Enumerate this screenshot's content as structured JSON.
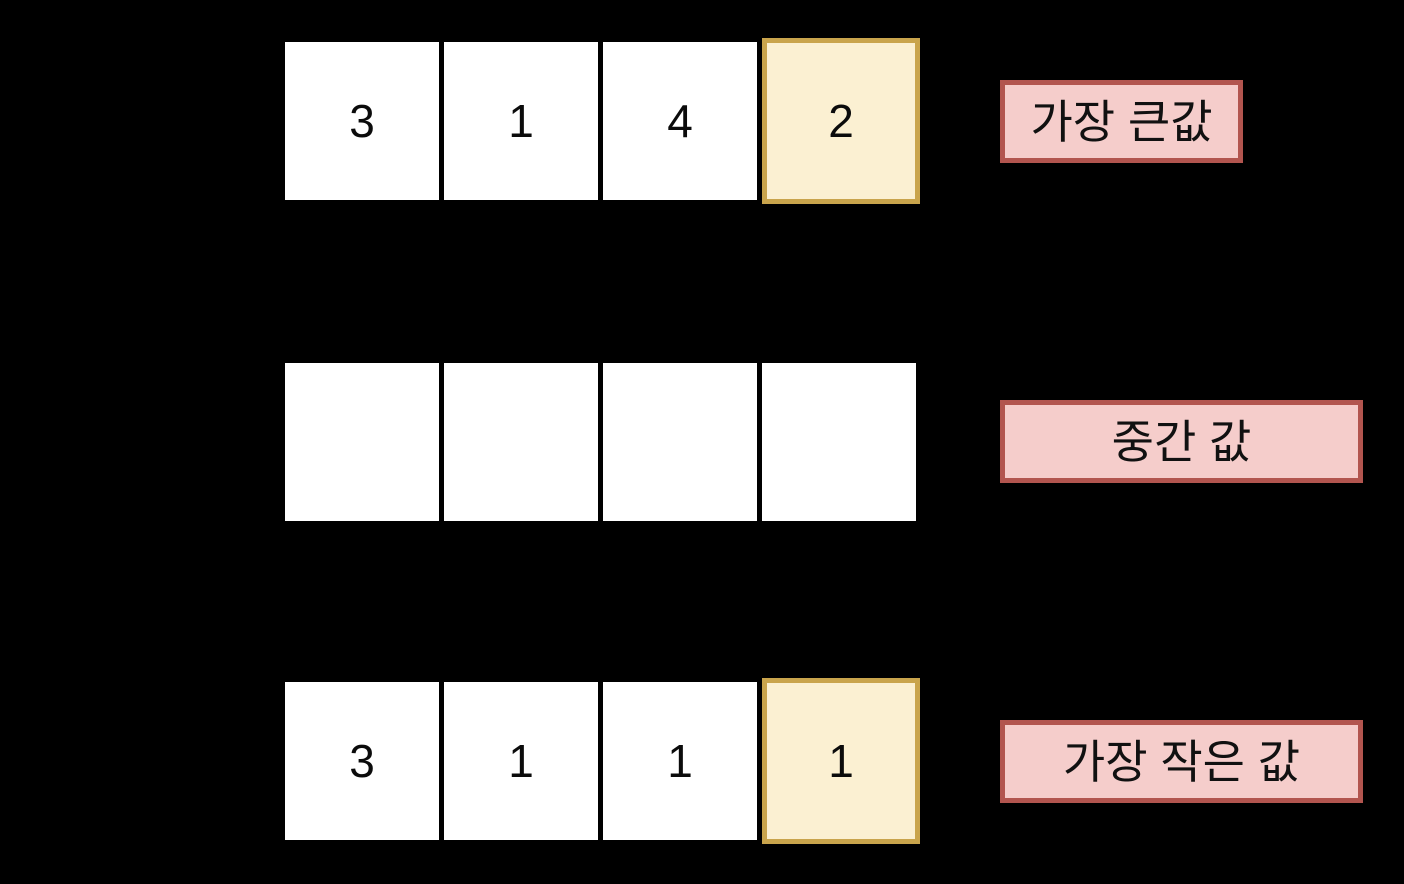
{
  "background": "#000000",
  "colors": {
    "background": "#000000",
    "cell_bg": "#ffffff",
    "cell_text": "#0b0b0b",
    "highlight_bg": "#FBF0D2",
    "highlight_border": "#C9A44C",
    "label_bg": "#F5CDCB",
    "label_border": "#B2554F",
    "label_text": "#111111"
  },
  "rows": [
    {
      "name": "largest-value-row",
      "cells": [
        "3",
        "1",
        "4",
        "2"
      ],
      "highlight_index": 3,
      "label": "가장 큰값"
    },
    {
      "name": "middle-value-row",
      "cells": [
        "",
        "",
        "",
        ""
      ],
      "highlight_index": -1,
      "label": "중간 값"
    },
    {
      "name": "smallest-value-row",
      "cells": [
        "3",
        "1",
        "1",
        "1"
      ],
      "highlight_index": 3,
      "label": "가장 작은 값"
    }
  ]
}
